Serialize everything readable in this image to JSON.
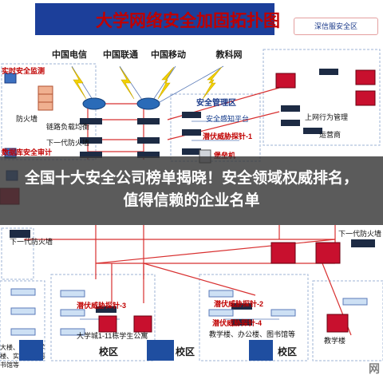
{
  "title": "大学网络安全加固拓扑图",
  "callout": "深信服安全区",
  "isps": [
    "中国电信",
    "中国联通",
    "中国移动",
    "教科网"
  ],
  "labels": {
    "firewall": "防火墙",
    "link_lb": "链路负载均衡",
    "ngfw": "下一代防火墙",
    "sec_mgmt_zone": "安全管理区",
    "sec_sensing": "安全感知平台",
    "threat_probe": "潜伏威胁探针-1",
    "bastion": "堡垒机",
    "internet_audit": "上网行为管理",
    "ops": "运营商",
    "left_threat": "实时安全监测",
    "left_audit": "数据库安全审计",
    "ngfw_left": "下一代防火墙",
    "ngfw_right": "下一代防火墙",
    "probe_2": "潜伏威胁探针-3",
    "probe_3": "潜伏威胁探针-2",
    "probe_4": "潜伏威胁探针-4",
    "campus_a_caption": "大学城1-11栋学生公寓",
    "campus_b_caption": "教学楼、办公楼、图书馆等",
    "campus_left_caption": "大楼、第一教学楼、实训楼、图书馆等",
    "campus_right_caption": "教学楼"
  },
  "campus": [
    "校区",
    "校区",
    "校区"
  ],
  "overlay": "全国十大安全公司榜单揭晓！安全领域权威排名，值得信赖的企业名单",
  "watermark": "网",
  "colors": {
    "title_block": "#1c3f9a",
    "title_red": "#c00000",
    "line_red": "#d83030",
    "zone_border": "#9db3d6",
    "router_red": "#c8102e",
    "bolt": "#f3d100"
  }
}
